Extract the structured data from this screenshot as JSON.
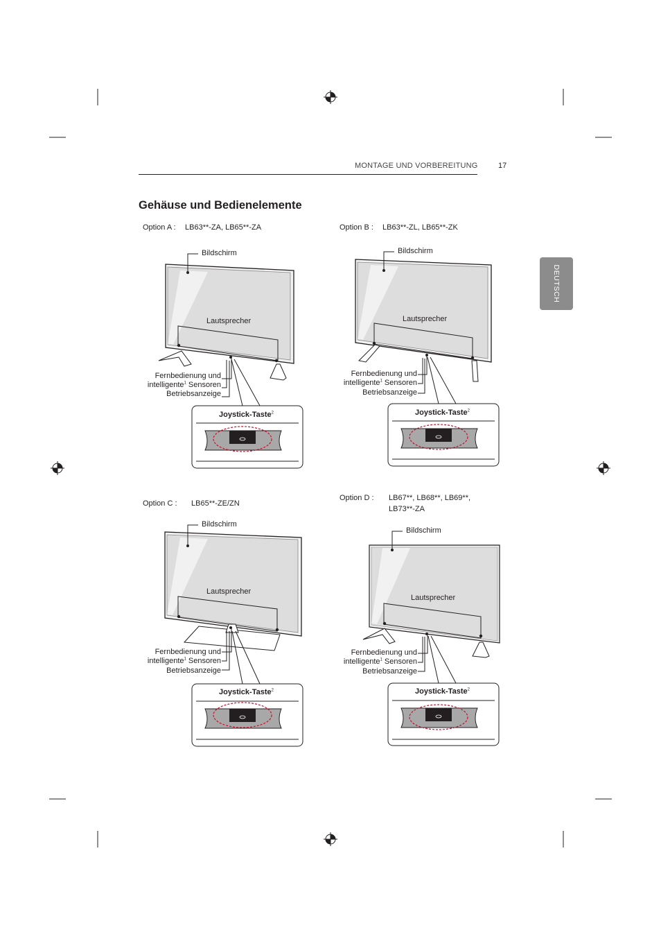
{
  "header": {
    "section": "MONTAGE UND VORBEREITUNG",
    "page": "17"
  },
  "title": "Gehäuse und Bedienelemente",
  "side_tab": "DEUTSCH",
  "options": [
    {
      "label": "Option A :",
      "models": "LB63**-ZA, LB65**-ZA"
    },
    {
      "label": "Option B :",
      "models": "LB63**-ZL, LB65**-ZK"
    },
    {
      "label": "Option C :",
      "models": "LB65**-ZE/ZN"
    },
    {
      "label": "Option D :",
      "models": "LB67**, LB68**, LB69**,",
      "models2": "LB73**-ZA"
    }
  ],
  "labels": {
    "screen": "Bildschirm",
    "speaker": "Lautsprecher",
    "remote_1": "Fernbedienung und",
    "remote_2": "intelligente",
    "remote_sup": "1",
    "remote_3": " Sensoren",
    "power": "Betriebsanzeige",
    "joystick": "Joystick-Taste",
    "joystick_sup": "2"
  },
  "colors": {
    "highlight": "#c8102e",
    "tab": "#8c8c8c"
  }
}
